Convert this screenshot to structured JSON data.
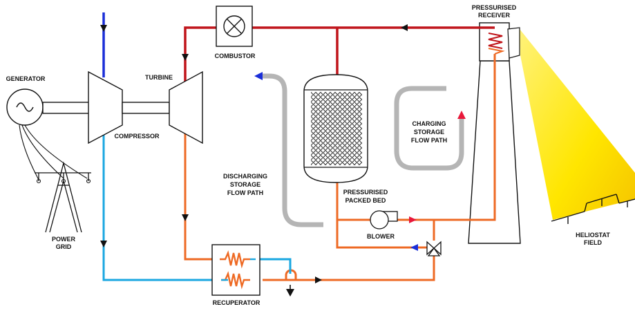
{
  "labels": {
    "generator": "GENERATOR",
    "turbine": "TURBINE",
    "compressor": "COMPRESSOR",
    "combustor": "COMBUSTOR",
    "power_grid": [
      "POWER",
      "GRID"
    ],
    "recuperator": "RECUPERATOR",
    "discharging_path": [
      "DISCHARGING",
      "STORAGE",
      "FLOW PATH"
    ],
    "packed_bed": [
      "PRESSURISED",
      "PACKED BED"
    ],
    "charging_path": [
      "CHARGING",
      "STORAGE",
      "FLOW PATH"
    ],
    "blower": "BLOWER",
    "receiver": [
      "PRESSURISED",
      "RECEIVER"
    ],
    "heliostat_field": [
      "HELIOSTAT",
      "FIELD"
    ]
  },
  "colors": {
    "hot_air": "#c0141a",
    "warm_air": "#ee6a24",
    "cool_air": "#1aa7e1",
    "inlet_air": "#1a2ed8",
    "storage_path": "#b5b5b5",
    "sunlight": "#ffe600",
    "outline": "#111111"
  },
  "icons": [
    "generator-icon",
    "compressor-icon",
    "turbine-icon",
    "combustor-icon",
    "packed-bed-icon",
    "blower-icon",
    "valve-icon",
    "recuperator-icon",
    "receiver-icon",
    "heliostat-icon",
    "power-grid-icon"
  ]
}
